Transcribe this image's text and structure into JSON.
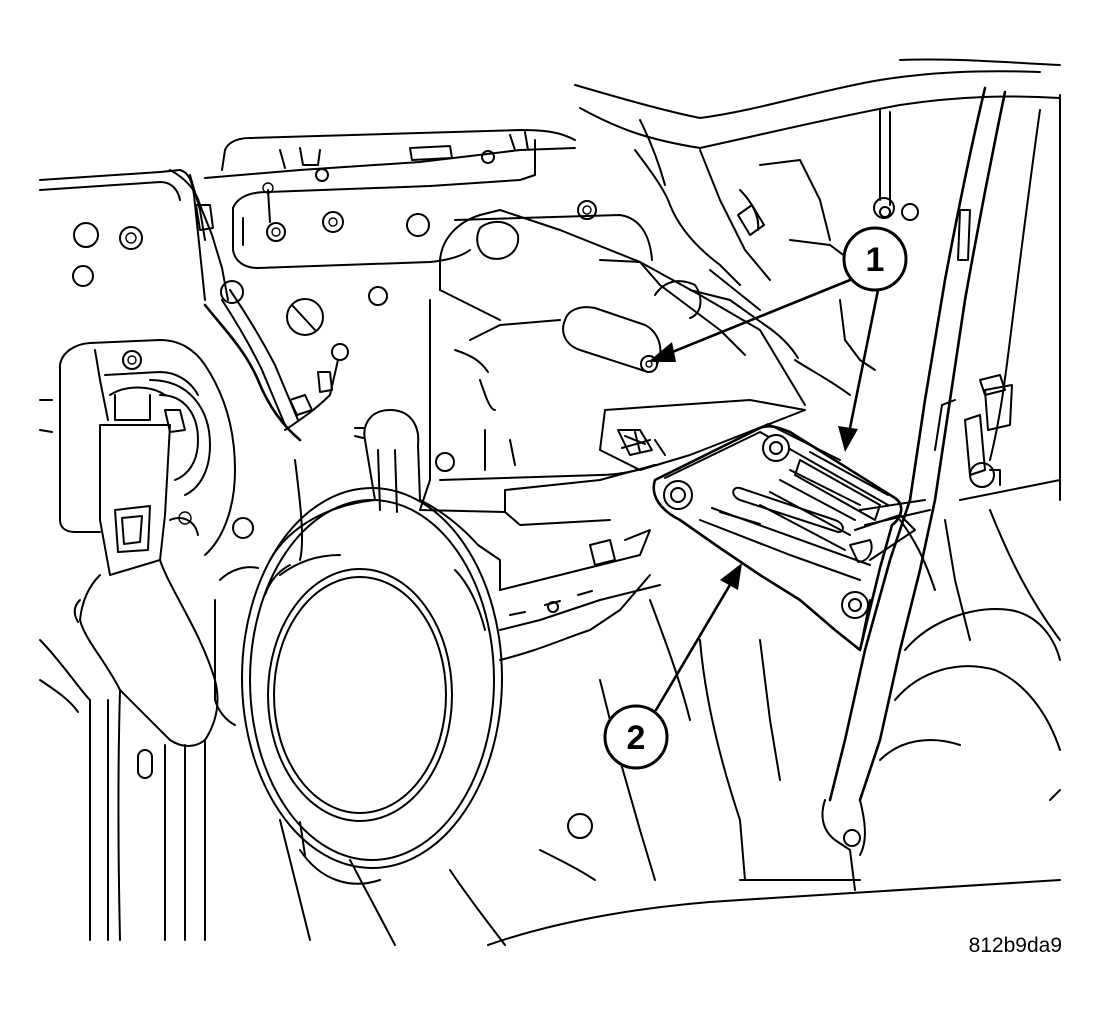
{
  "figure": {
    "id_label": "812b9da9",
    "background": "#ffffff",
    "line_color": "#000000"
  },
  "callouts": [
    {
      "number": "1"
    },
    {
      "number": "2"
    }
  ]
}
